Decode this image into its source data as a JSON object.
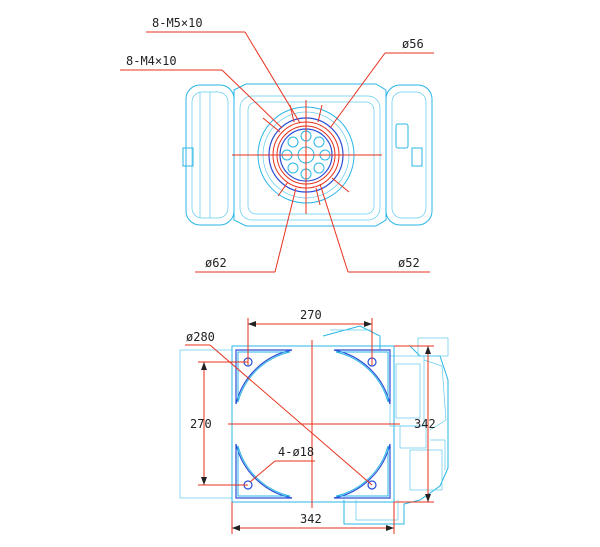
{
  "top_view": {
    "labels": {
      "m5": "8-M5×10",
      "m4": "8-M4×10",
      "d56": "ø56",
      "d62": "ø62",
      "d52": "ø52"
    }
  },
  "bottom_view": {
    "labels": {
      "d280": "ø280",
      "w270": "270",
      "h270": "270",
      "h342": "342",
      "w342": "342",
      "holes": "4-ø18"
    }
  },
  "colors": {
    "outline": "#29b6e6",
    "dimension": "#e8321e",
    "detail": "#2a4fd6",
    "text": "#222222"
  }
}
